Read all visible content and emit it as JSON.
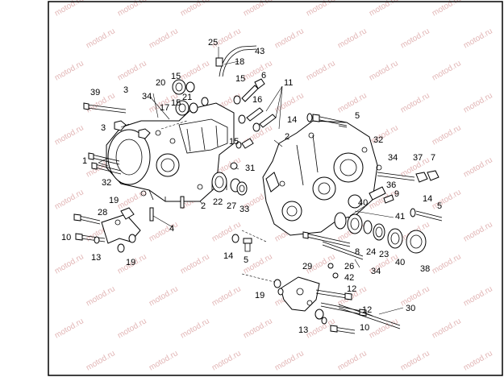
{
  "watermark": "motod.ru",
  "callouts": [
    {
      "id": "c43",
      "text": "43"
    },
    {
      "id": "c25",
      "text": "25"
    },
    {
      "id": "c18",
      "text": "18"
    },
    {
      "id": "c15a",
      "text": "15"
    },
    {
      "id": "c20",
      "text": "20"
    },
    {
      "id": "c21",
      "text": "21"
    },
    {
      "id": "c15b",
      "text": "15"
    },
    {
      "id": "c6",
      "text": "6"
    },
    {
      "id": "c11",
      "text": "11"
    },
    {
      "id": "c39",
      "text": "39"
    },
    {
      "id": "c3a",
      "text": "3"
    },
    {
      "id": "c34a",
      "text": "34"
    },
    {
      "id": "c17",
      "text": "17"
    },
    {
      "id": "c15c",
      "text": "15"
    },
    {
      "id": "c16",
      "text": "16"
    },
    {
      "id": "c14a",
      "text": "14"
    },
    {
      "id": "c5a",
      "text": "5"
    },
    {
      "id": "c3b",
      "text": "3"
    },
    {
      "id": "c2a",
      "text": "2"
    },
    {
      "id": "c15d",
      "text": "15"
    },
    {
      "id": "c32a",
      "text": "32"
    },
    {
      "id": "c1",
      "text": "1"
    },
    {
      "id": "c31",
      "text": "31"
    },
    {
      "id": "c34b",
      "text": "34"
    },
    {
      "id": "c37",
      "text": "37"
    },
    {
      "id": "c7",
      "text": "7"
    },
    {
      "id": "c32b",
      "text": "32"
    },
    {
      "id": "c36",
      "text": "36"
    },
    {
      "id": "c9",
      "text": "9"
    },
    {
      "id": "c22",
      "text": "22"
    },
    {
      "id": "c2b",
      "text": "2"
    },
    {
      "id": "c27",
      "text": "27"
    },
    {
      "id": "c33",
      "text": "33"
    },
    {
      "id": "c40a",
      "text": "40"
    },
    {
      "id": "c14b",
      "text": "14"
    },
    {
      "id": "c5b",
      "text": "5"
    },
    {
      "id": "c19a",
      "text": "19"
    },
    {
      "id": "c28",
      "text": "28"
    },
    {
      "id": "c4",
      "text": "4"
    },
    {
      "id": "c41",
      "text": "41"
    },
    {
      "id": "c10a",
      "text": "10"
    },
    {
      "id": "c13a",
      "text": "13"
    },
    {
      "id": "c19b",
      "text": "19"
    },
    {
      "id": "c14c",
      "text": "14"
    },
    {
      "id": "c5c",
      "text": "5"
    },
    {
      "id": "c8",
      "text": "8"
    },
    {
      "id": "c24",
      "text": "24"
    },
    {
      "id": "c23",
      "text": "23"
    },
    {
      "id": "c40b",
      "text": "40"
    },
    {
      "id": "c38",
      "text": "38"
    },
    {
      "id": "c26",
      "text": "26"
    },
    {
      "id": "c34c",
      "text": "34"
    },
    {
      "id": "c29",
      "text": "29"
    },
    {
      "id": "c42",
      "text": "42"
    },
    {
      "id": "c12a",
      "text": "12"
    },
    {
      "id": "c19c",
      "text": "19"
    },
    {
      "id": "c12b",
      "text": "12"
    },
    {
      "id": "c30",
      "text": "30"
    },
    {
      "id": "c13b",
      "text": "13"
    },
    {
      "id": "c10b",
      "text": "10"
    }
  ]
}
